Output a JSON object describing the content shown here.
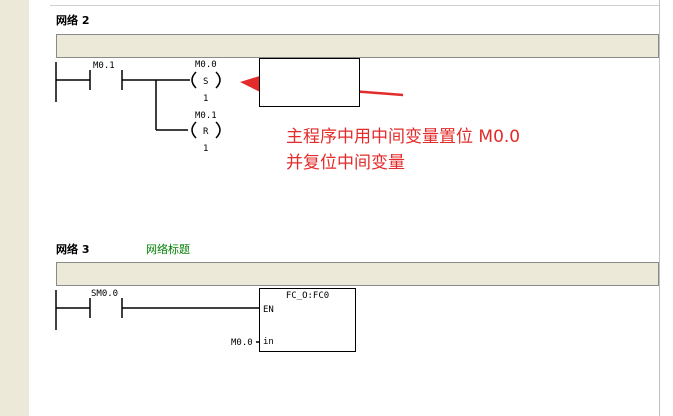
{
  "network2": {
    "title": "网络 2",
    "contact": "M0.1",
    "coil_set": {
      "address": "M0.0",
      "symbol": "S",
      "count": "1"
    },
    "coil_reset": {
      "address": "M0.1",
      "symbol": "R",
      "count": "1"
    }
  },
  "annotation": {
    "line1": "主程序中用中间变量置位 M0.0",
    "line2": "并复位中间变量"
  },
  "network3": {
    "title": "网络 3",
    "comment_title": "网络标题",
    "contact": "SM0.0",
    "block": {
      "name": "FC_O:FC0",
      "en": "EN",
      "in": "in",
      "in_operand": "M0.0"
    }
  },
  "colors": {
    "annotation": "#e32b2b",
    "comment_bg": "#ece9d8",
    "network_title_comment": "#008000"
  }
}
